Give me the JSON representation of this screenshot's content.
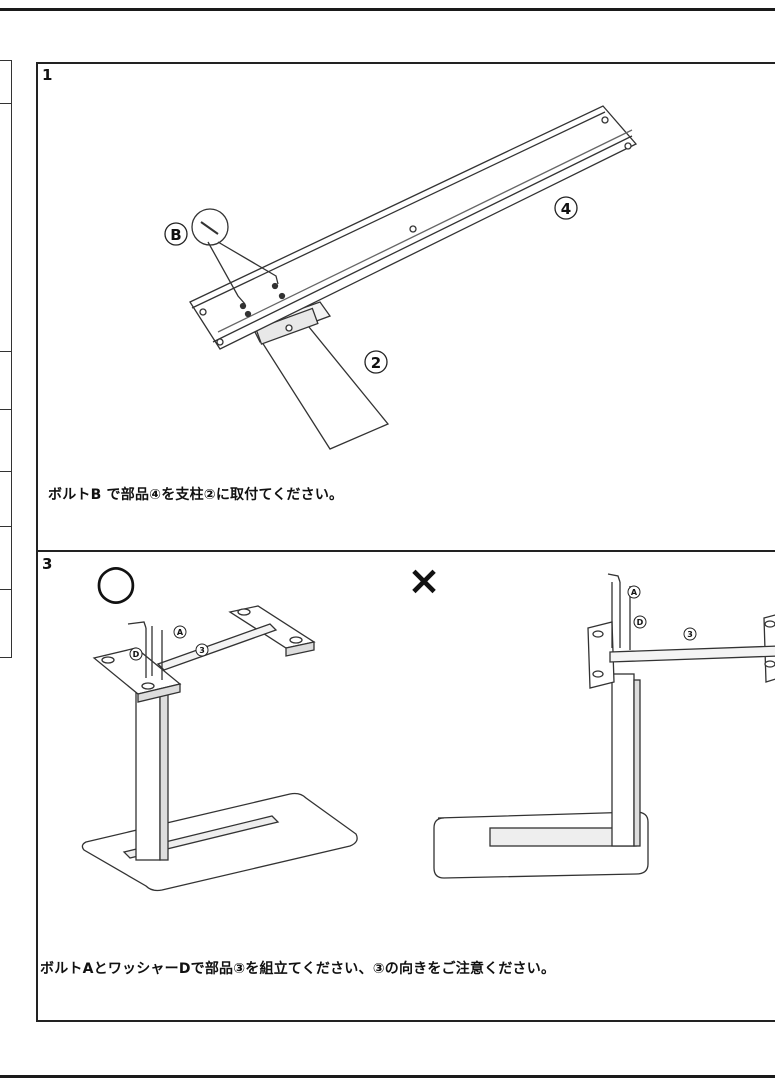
{
  "steps": [
    {
      "number": "1",
      "caption": "ボルトB で部品④を支柱②に取付てください。",
      "labels": {
        "bolt": "B",
        "part_top": "4",
        "part_post": "2"
      }
    },
    {
      "number": "3",
      "caption": "ボルトAとワッシャーDで部品③を組立てください、③の向きをご注意ください。",
      "correct_mark": "○",
      "wrong_mark": "×",
      "labels": {
        "bolt": "A",
        "washer": "D",
        "part": "3"
      }
    }
  ]
}
